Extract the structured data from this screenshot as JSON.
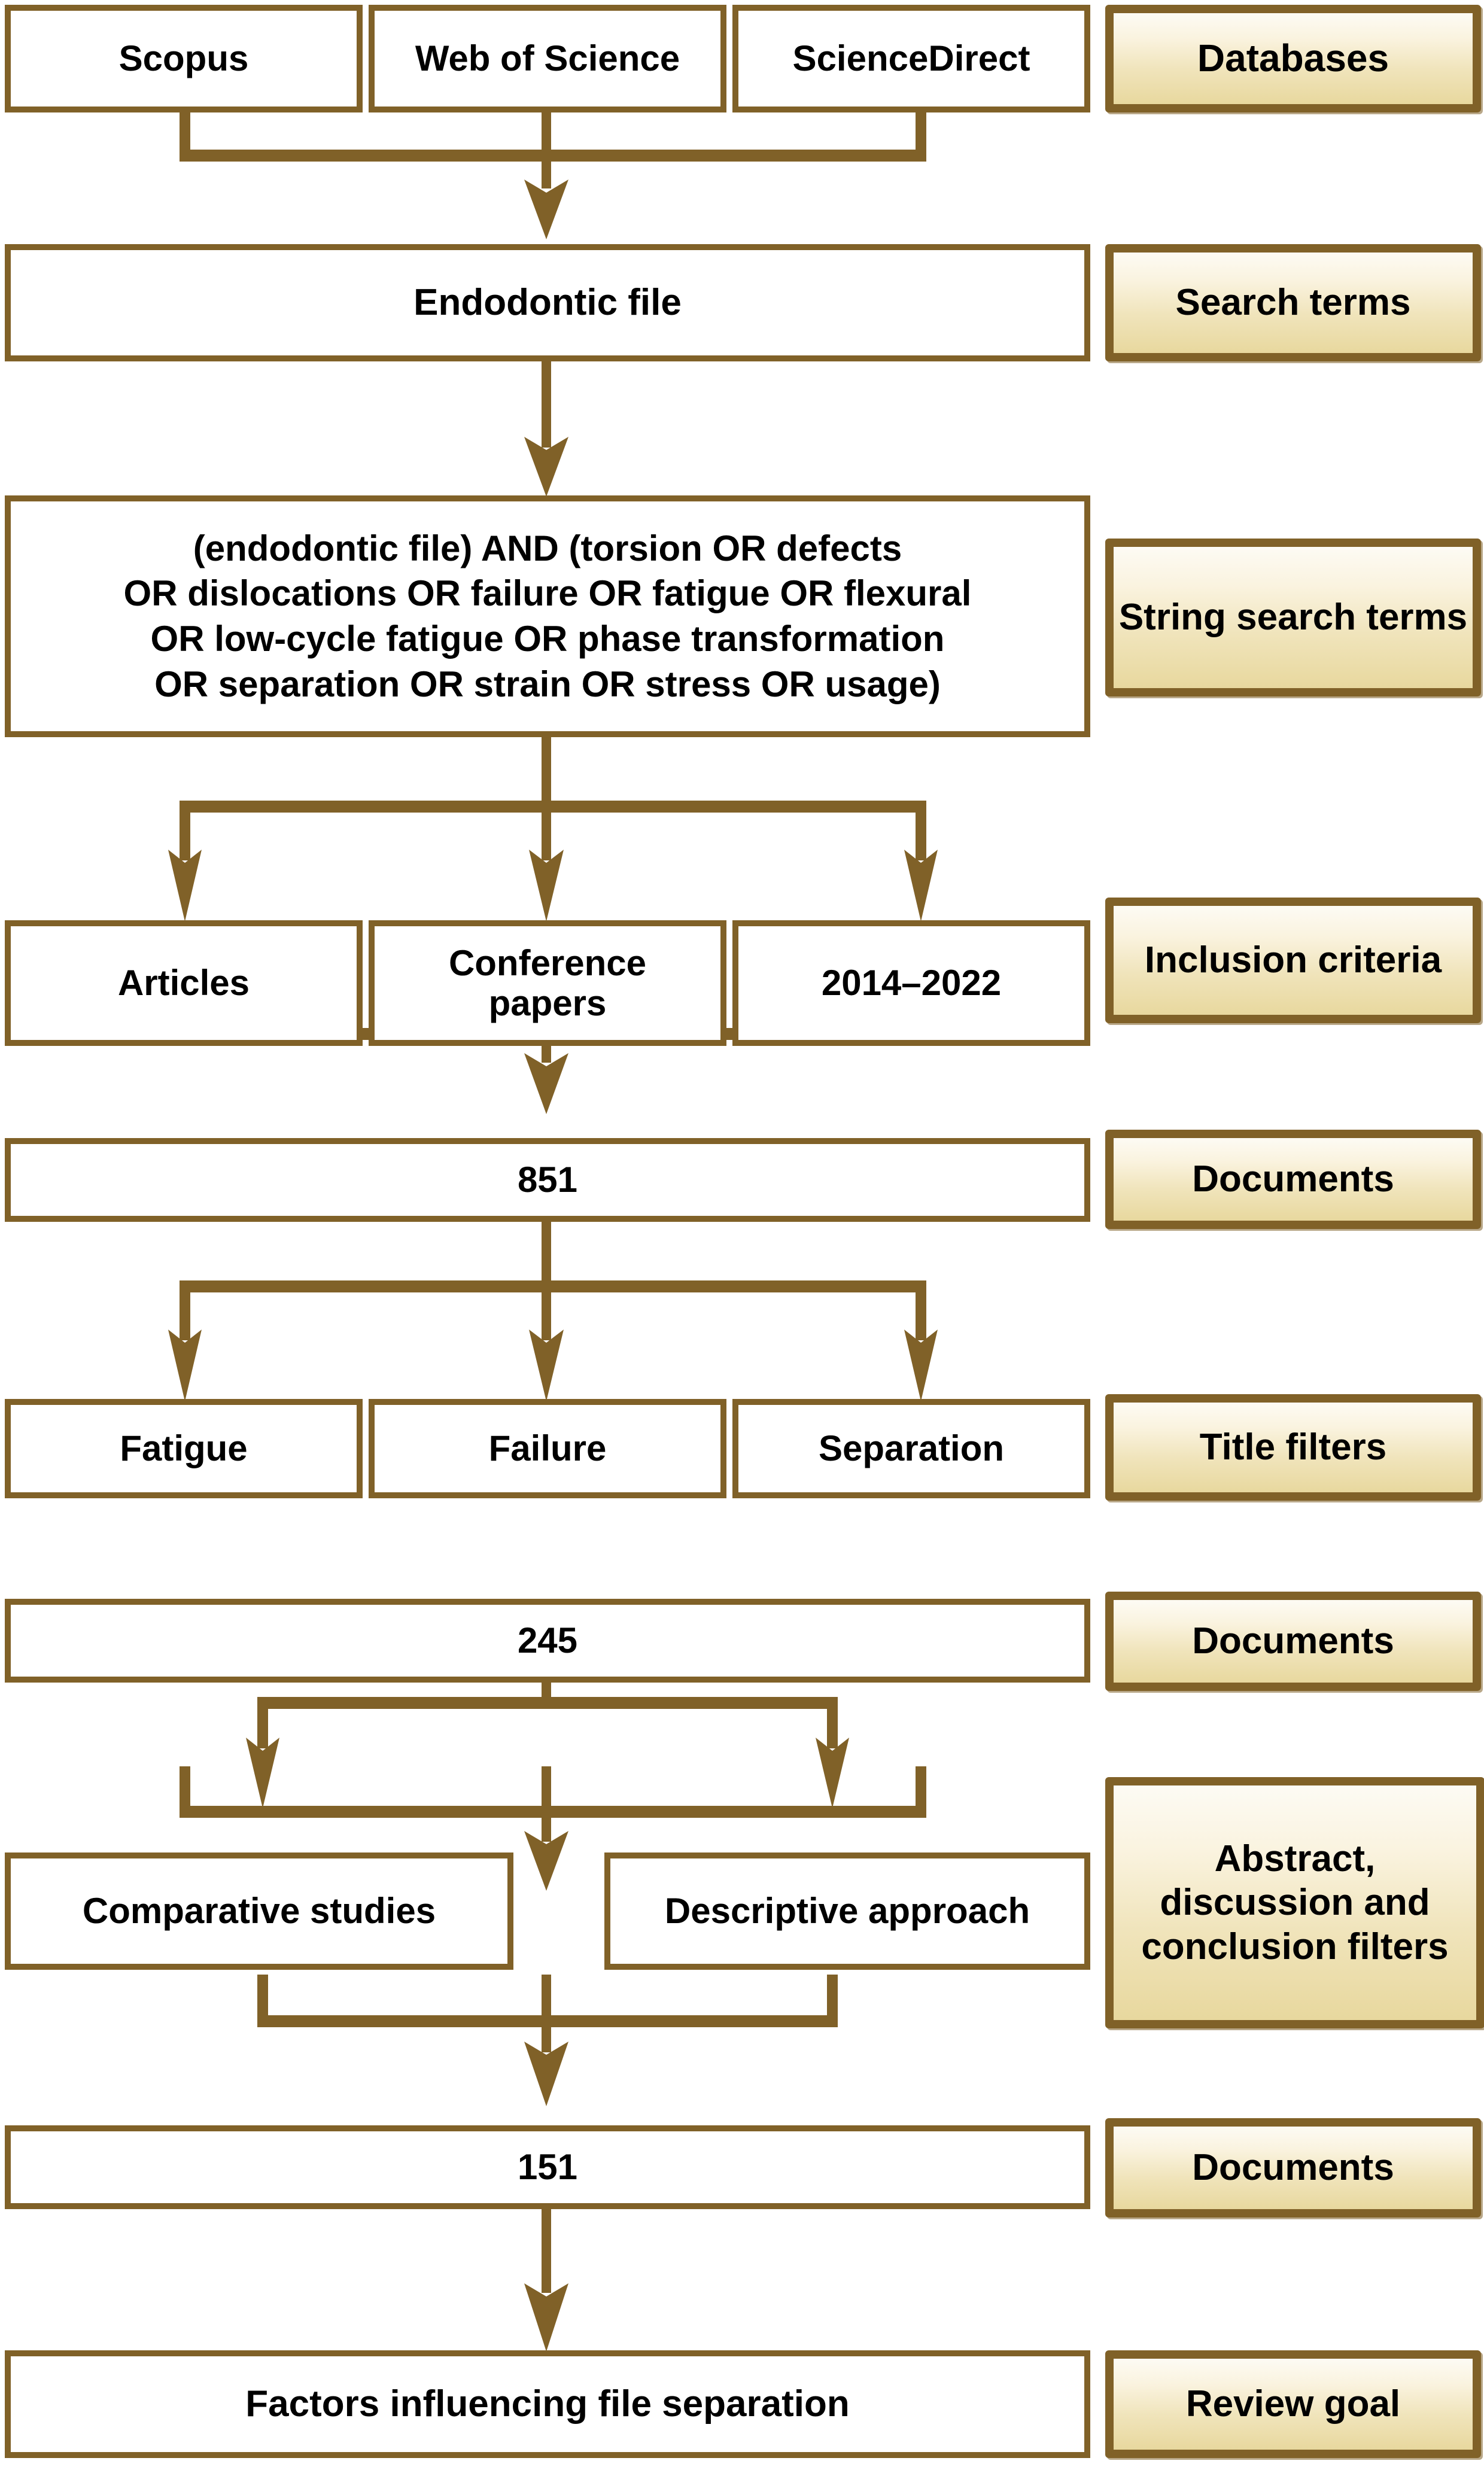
{
  "theme": {
    "line_color": "#806128",
    "box_fill": "#ffffff",
    "label_fill_top": "#fdfbf4",
    "label_fill_bottom": "#e8d89e",
    "text_color": "#000000"
  },
  "flow": {
    "databases": {
      "label": "Databases",
      "items": [
        "Scopus",
        "Web of Science",
        "ScienceDirect"
      ]
    },
    "search_terms": {
      "label": "Search terms",
      "value": "Endodontic file"
    },
    "string_search_terms": {
      "label": "String\nsearch terms",
      "value": "(endodontic file) AND (torsion OR defects\nOR dislocations OR failure OR fatigue OR flexural\nOR low-cycle fatigue OR phase transformation\nOR separation OR strain OR stress OR usage)"
    },
    "inclusion_criteria": {
      "label": "Inclusion\ncriteria",
      "items": [
        "Articles",
        "Conference\npapers",
        "2014–2022"
      ]
    },
    "documents_1": {
      "label": "Documents",
      "value": "851"
    },
    "title_filters": {
      "label": "Title filters",
      "items": [
        "Fatigue",
        "Failure",
        "Separation"
      ]
    },
    "documents_2": {
      "label": "Documents",
      "value": "245"
    },
    "abstract_filters": {
      "label": "Abstract,\ndiscussion\nand conclusion\nfilters",
      "items": [
        "Comparative studies",
        "Descriptive approach"
      ]
    },
    "documents_3": {
      "label": "Documents",
      "value": "151"
    },
    "review_goal": {
      "label": "Review goal",
      "value": "Factors influencing file separation"
    }
  }
}
